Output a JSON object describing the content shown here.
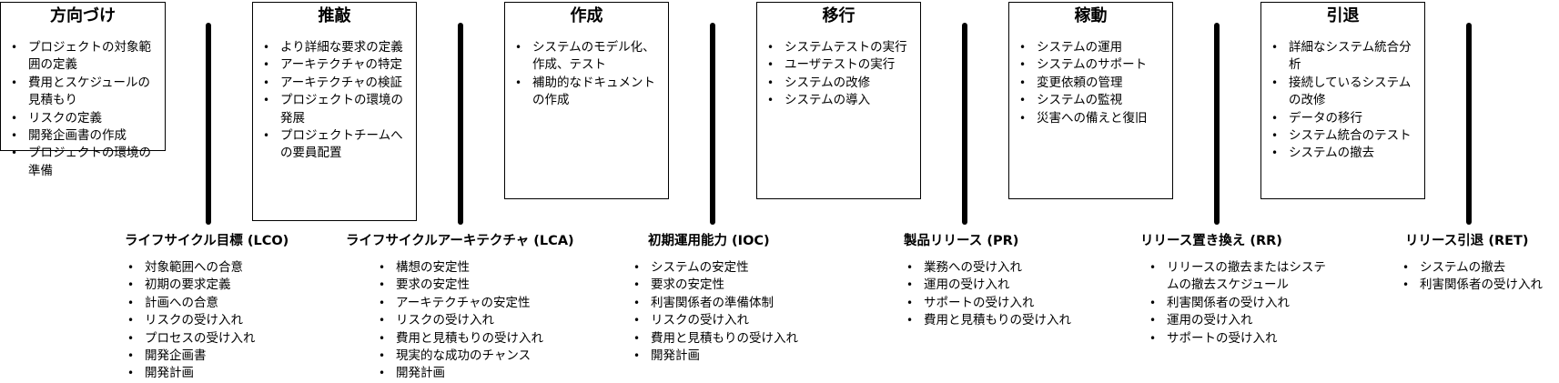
{
  "phases": [
    {
      "title": "方向づけ",
      "items": [
        "プロジェクトの対象範囲の定義",
        "費用とスケジュールの見積もり",
        "リスクの定義",
        "開発企画書の作成",
        "プロジェクトの環境の準備"
      ]
    },
    {
      "title": "推敲",
      "items": [
        "より詳細な要求の定義",
        "アーキテクチャの特定",
        "アーキテクチャの検証",
        "プロジェクトの環境の発展",
        "プロジェクトチームへの要員配置"
      ]
    },
    {
      "title": "作成",
      "items": [
        "システムのモデル化、作成、テスト",
        "補助的なドキュメントの作成"
      ]
    },
    {
      "title": "移行",
      "items": [
        "システムテストの実行",
        "ユーザテストの実行",
        "システムの改修",
        "システムの導入"
      ]
    },
    {
      "title": "稼動",
      "items": [
        "システムの運用",
        "システムのサポート",
        "変更依頼の管理",
        "システムの監視",
        "災害への備えと復旧"
      ]
    },
    {
      "title": "引退",
      "items": [
        "詳細なシステム統合分析",
        "接続しているシステムの改修",
        "データの移行",
        "システム統合のテスト",
        "システムの撤去"
      ]
    }
  ],
  "milestones": [
    {
      "title": "ライフサイクル目標 (LCO)",
      "items": [
        "対象範囲への合意",
        "初期の要求定義",
        "計画への合意",
        "リスクの受け入れ",
        "プロセスの受け入れ",
        "開発企画書",
        "開発計画"
      ]
    },
    {
      "title": "ライフサイクルアーキテクチャ (LCA)",
      "items": [
        "構想の安定性",
        "要求の安定性",
        "アーキテクチャの安定性",
        "リスクの受け入れ",
        "費用と見積もりの受け入れ",
        "現実的な成功のチャンス",
        "開発計画"
      ]
    },
    {
      "title": "初期運用能力 (IOC)",
      "items": [
        "システムの安定性",
        "要求の安定性",
        "利害関係者の準備体制",
        "リスクの受け入れ",
        "費用と見積もりの受け入れ",
        "開発計画"
      ]
    },
    {
      "title": "製品リリース (PR)",
      "items": [
        "業務への受け入れ",
        "運用の受け入れ",
        "サポートの受け入れ",
        "費用と見積もりの受け入れ"
      ]
    },
    {
      "title": "リリース置き換え (RR)",
      "items": [
        "リリースの撤去またはシステムの撤去スケジュール",
        "利害関係者の受け入れ",
        "運用の受け入れ",
        "サポートの受け入れ"
      ]
    },
    {
      "title": "リリース引退 (RET)",
      "items": [
        "システムの撤去",
        "利害関係者の受け入れ"
      ]
    }
  ]
}
